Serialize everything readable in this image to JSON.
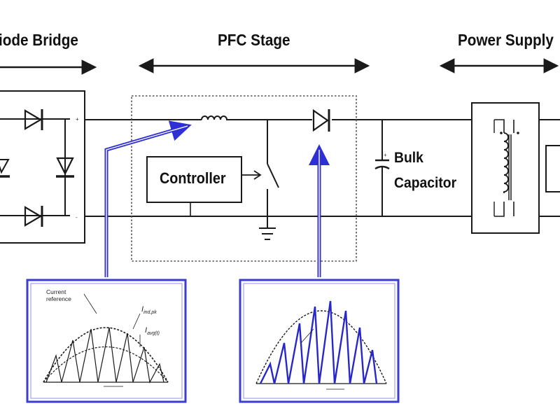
{
  "sections": {
    "diode_bridge": "iode Bridge",
    "pfc_stage": "PFC Stage",
    "power_supply": "Power Supply"
  },
  "blocks": {
    "controller": "Controller",
    "bulk_capacitor_line1": "Bulk",
    "bulk_capacitor_line2": "Capacitor"
  },
  "waveform_left": {
    "current_reference_line1": "Current",
    "current_reference_line2": "reference",
    "label_peak": "I",
    "label_peak_sub": "ind,pk",
    "label_avg": "I",
    "label_avg_sub": "avg(t)"
  },
  "colors": {
    "wire": "#1a1a1a",
    "waveform_frame": "#3b3bd6",
    "pointer": "#4343e0",
    "dashed_box": "#555555"
  }
}
